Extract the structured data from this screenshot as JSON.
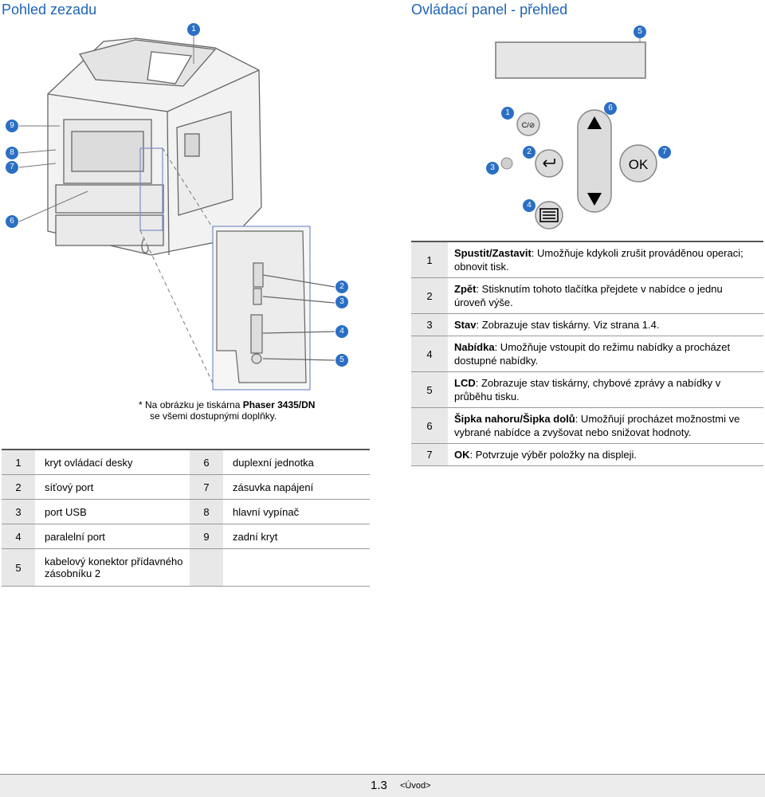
{
  "left_heading": "Pohled zezadu",
  "right_heading": "Ovládací panel - přehled",
  "rear_callouts": [
    "1",
    "9",
    "8",
    "7",
    "6",
    "2",
    "3",
    "4",
    "5"
  ],
  "panel_callouts": [
    "5",
    "1",
    "6",
    "2",
    "7",
    "3",
    "4"
  ],
  "ok_label": "OK",
  "cancel_glyph": "C/⊘",
  "note": {
    "prefix": "*",
    "text_a": "Na obrázku je tiskárna ",
    "model": "Phaser 3435/DN",
    "text_b": "se všemi dostupnými doplňky."
  },
  "parts": [
    {
      "n1": "1",
      "t1": "kryt ovládací desky",
      "n2": "6",
      "t2": "duplexní jednotka"
    },
    {
      "n1": "2",
      "t1": "síťový port",
      "n2": "7",
      "t2": "zásuvka napájení"
    },
    {
      "n1": "3",
      "t1": "port USB",
      "n2": "8",
      "t2": "hlavní vypínač"
    },
    {
      "n1": "4",
      "t1": "paralelní port",
      "n2": "9",
      "t2": "zadní kryt"
    },
    {
      "n1": "5",
      "t1": "kabelový konektor přídavného zásobníku 2",
      "n2": "",
      "t2": ""
    }
  ],
  "panel_items": [
    {
      "n": "1",
      "term": "Spustit/Zastavit",
      "text": ": Umožňuje kdykoli zrušit prováděnou operaci; obnovit tisk."
    },
    {
      "n": "2",
      "term": "Zpět",
      "text": ": Stisknutím tohoto tlačítka přejdete v nabídce o jednu úroveň výše."
    },
    {
      "n": "3",
      "term": "Stav",
      "text": ": Zobrazuje stav tiskárny. Viz strana 1.4."
    },
    {
      "n": "4",
      "term": "Nabídka",
      "text": ": Umožňuje vstoupit do režimu nabídky a procházet dostupné nabídky."
    },
    {
      "n": "5",
      "term": "LCD",
      "text": ": Zobrazuje stav tiskárny, chybové zprávy a nabídky v průběhu tisku."
    },
    {
      "n": "6",
      "term": "Šipka nahoru/Šipka dolů",
      "text": ": Umožňují procházet možnostmi ve vybrané nabídce a zvyšovat nebo snižovat hodnoty."
    },
    {
      "n": "7",
      "term": "OK",
      "text": ": Potvrzuje výběr položky na displeji."
    }
  ],
  "footer": {
    "page": "1.3",
    "section": "<Úvod>"
  },
  "colors": {
    "heading": "#1f63b5",
    "badge": "#2a6fc4",
    "cell": "#e8e8e8"
  }
}
